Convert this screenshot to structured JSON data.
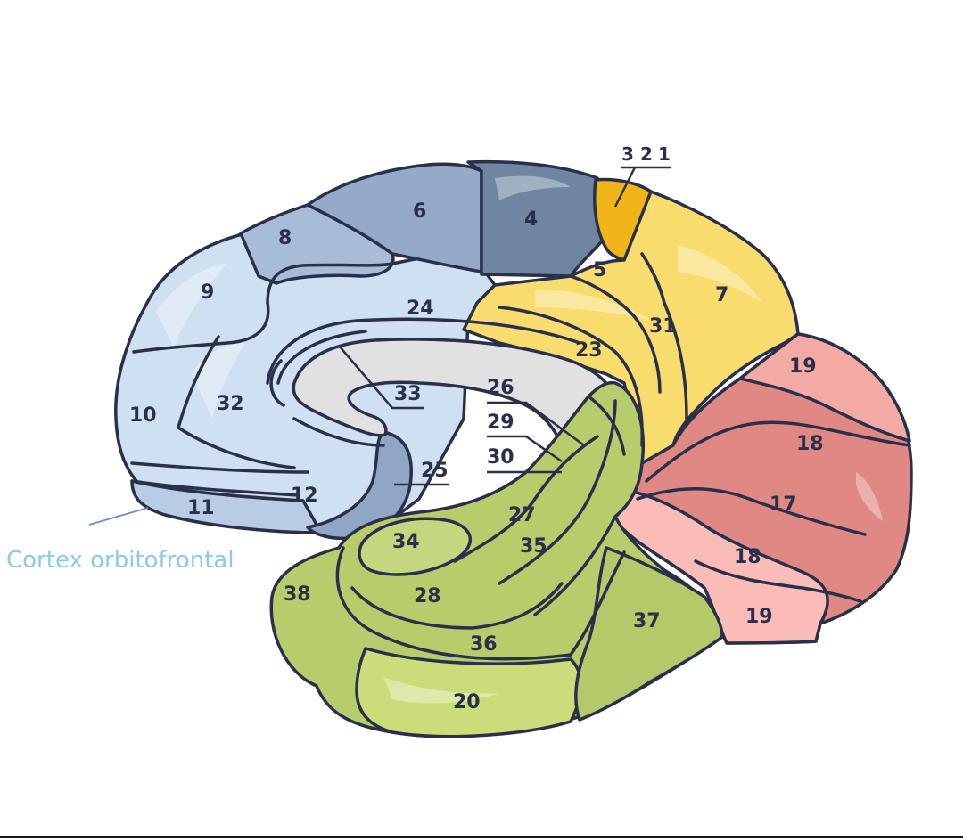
{
  "colors": {
    "frontal_light": "#cfe0f2",
    "frontal_mid": "#a9c1dc",
    "premotor": "#8ea6c4",
    "motor": "#6f86a3",
    "somatosensory": "#f0b619",
    "parietal": "#f8dc6e",
    "occipital_light": "#f4b0ab",
    "occipital_dark": "#d9736f",
    "temporal": "#b7cc6b",
    "temporal_light": "#cadd7a",
    "corpus_callosum": "#e1e1e1",
    "annotation": "#8ccbe0"
  },
  "annotation": {
    "label": "Cortex orbitofrontal"
  },
  "areas": {
    "a1": "1",
    "a2": "2",
    "a3": "3",
    "a4": "4",
    "a5": "5",
    "a6": "6",
    "a7": "7",
    "a8": "8",
    "a9": "9",
    "a10": "10",
    "a11": "11",
    "a12": "12",
    "a17": "17",
    "a18_upper": "18",
    "a18_lower": "18",
    "a19_upper": "19",
    "a19_lower": "19",
    "a20": "20",
    "a23": "23",
    "a24": "24",
    "a25": "25",
    "a26": "26",
    "a27": "27",
    "a28": "28",
    "a29": "29",
    "a30": "30",
    "a31": "31",
    "a32": "32",
    "a33": "33",
    "a34": "34",
    "a35": "35",
    "a36": "36",
    "a37": "37",
    "a38": "38"
  }
}
